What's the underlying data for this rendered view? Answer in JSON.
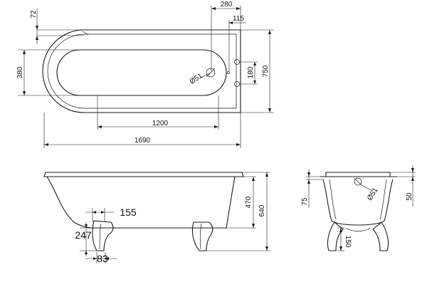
{
  "plan_view": {
    "dim_overall_length": "1690",
    "dim_interior_length": "1200",
    "dim_overall_width": "750",
    "dim_interior_width": "380",
    "dim_rim_offset": "72",
    "dim_tap_zone": "280",
    "dim_tap_offset": "115",
    "dim_tap_spacing": "180",
    "dim_waste_diameter": "Ø51"
  },
  "side_view": {
    "dim_overall_height": "640",
    "dim_tub_depth": "470",
    "dim_foot_setback": "155",
    "dim_foot_height": "247",
    "dim_foot_width": "83"
  },
  "end_view": {
    "dim_rim_thickness": "50",
    "dim_rim_depth": "75",
    "dim_waste_diameter": "Ø51",
    "dim_foot_clearance": "150"
  }
}
